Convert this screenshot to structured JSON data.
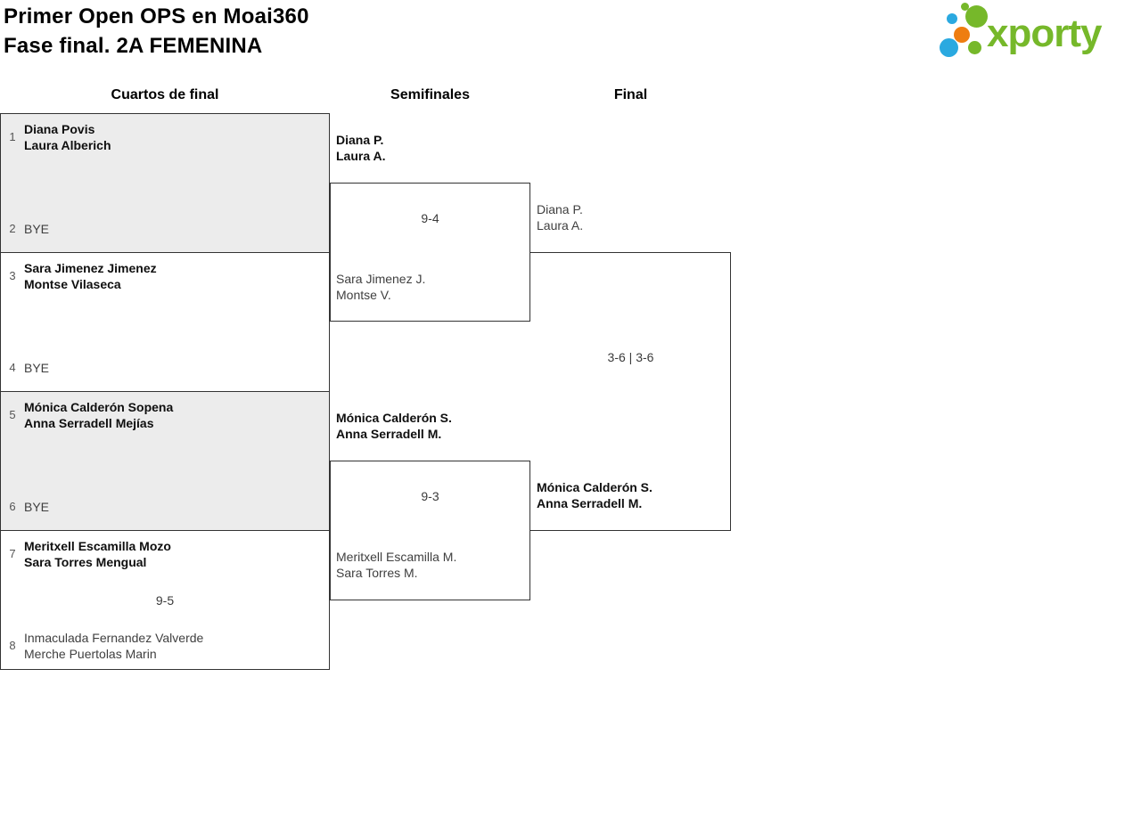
{
  "header": {
    "title_line1": "Primer Open OPS en Moai360",
    "title_line2": "Fase final. 2A FEMENINA"
  },
  "logo": {
    "text": "xporty",
    "green": "#76b82a",
    "blue": "#2aa9e0",
    "orange": "#ee7d11"
  },
  "rounds": {
    "quarterfinals_label": "Cuartos de final",
    "semifinals_label": "Semifinales",
    "final_label": "Final"
  },
  "bracket": {
    "quarterfinals": [
      {
        "seed_a": "1",
        "team_a": {
          "player1": "Diana Povis",
          "player2": "Laura Alberich"
        },
        "score": "",
        "seed_b": "2",
        "team_b": {
          "player1": "BYE",
          "player2": ""
        },
        "winner": "a"
      },
      {
        "seed_a": "3",
        "team_a": {
          "player1": "Sara Jimenez Jimenez",
          "player2": "Montse Vilaseca"
        },
        "score": "",
        "seed_b": "4",
        "team_b": {
          "player1": "BYE",
          "player2": ""
        },
        "winner": "a"
      },
      {
        "seed_a": "5",
        "team_a": {
          "player1": "Mónica Calderón Sopena",
          "player2": "Anna Serradell Mejías"
        },
        "score": "",
        "seed_b": "6",
        "team_b": {
          "player1": "BYE",
          "player2": ""
        },
        "winner": "a"
      },
      {
        "seed_a": "7",
        "team_a": {
          "player1": "Meritxell Escamilla Mozo",
          "player2": "Sara Torres Mengual"
        },
        "score": "9-5",
        "seed_b": "8",
        "team_b": {
          "player1": "Inmaculada Fernandez Valverde",
          "player2": "Merche Puertolas Marin"
        },
        "winner": "a"
      }
    ],
    "semifinals": [
      {
        "team_a": {
          "player1": "Diana P.",
          "player2": "Laura A."
        },
        "score": "9-4",
        "team_b": {
          "player1": "Sara Jimenez J.",
          "player2": "Montse V."
        },
        "winner": "a"
      },
      {
        "team_a": {
          "player1": "Mónica Calderón S.",
          "player2": "Anna Serradell M."
        },
        "score": "9-3",
        "team_b": {
          "player1": "Meritxell Escamilla M.",
          "player2": "Sara Torres M."
        },
        "winner": "a"
      }
    ],
    "final": {
      "team_a": {
        "player1": "Diana P.",
        "player2": "Laura A."
      },
      "score": "3-6 | 3-6",
      "team_b": {
        "player1": "Mónica Calderón S.",
        "player2": "Anna Serradell M."
      },
      "winner": "b"
    }
  }
}
